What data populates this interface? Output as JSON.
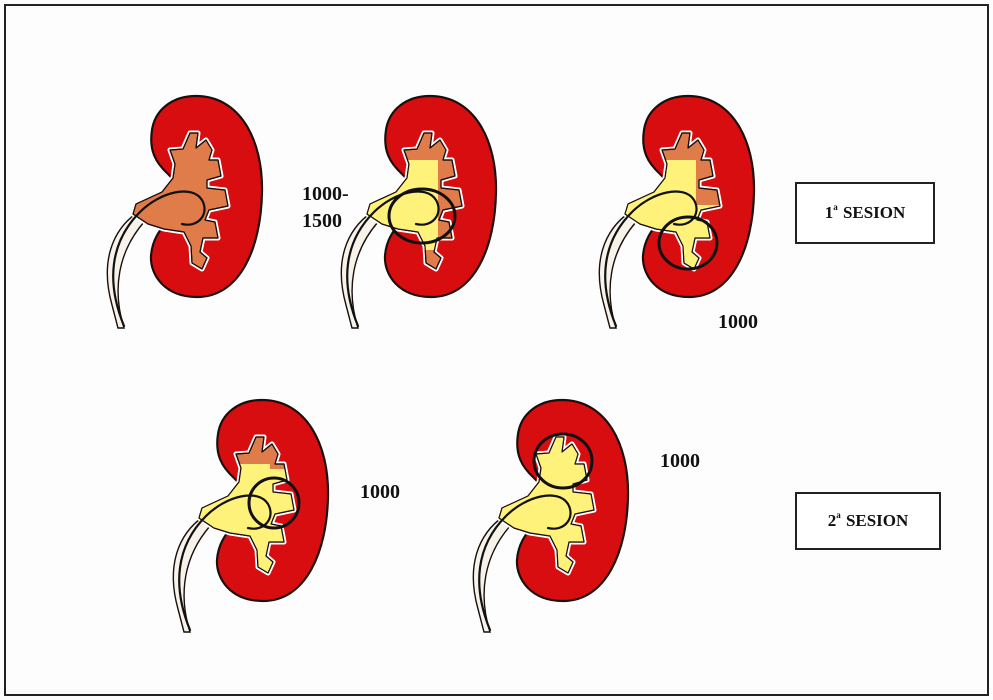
{
  "colors": {
    "cortex": "#d80d10",
    "collecting_untreated": "#e07b4a",
    "collecting_treated": "#fff27a",
    "outline": "#1a0f0d",
    "ureter_fill": "#f7f3ea",
    "circle": "#111111",
    "frame": "#222222"
  },
  "kidneys": [
    {
      "id": "top-1",
      "treated": []
    },
    {
      "id": "top-2",
      "treated": [
        "pelvis"
      ],
      "circle": "pelvis",
      "energy_label": "1000-\n1500"
    },
    {
      "id": "top-3",
      "treated": [
        "pelvis",
        "lower"
      ],
      "circle": "lower",
      "energy_label": "1000"
    },
    {
      "id": "bottom-1",
      "treated": [
        "pelvis",
        "lower",
        "middle"
      ],
      "circle": "middle",
      "energy_label": "1000"
    },
    {
      "id": "bottom-2",
      "treated": [
        "pelvis",
        "lower",
        "middle",
        "upper"
      ],
      "circle": "upper",
      "energy_label": "1000"
    }
  ],
  "labels": {
    "k2_energy_line1": "1000-",
    "k2_energy_line2": "1500",
    "k3_energy": "1000",
    "k4_energy": "1000",
    "k5_energy": "1000"
  },
  "sessions": [
    {
      "number": "1",
      "sup": "a",
      "text": "SESION"
    },
    {
      "number": "2",
      "sup": "a",
      "text": "SESION"
    }
  ]
}
